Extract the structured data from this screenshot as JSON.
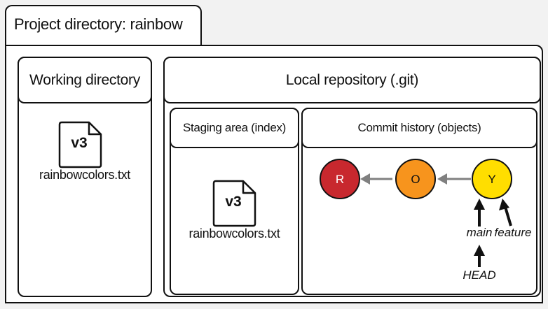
{
  "project": {
    "label": "Project directory: rainbow"
  },
  "working_directory": {
    "title": "Working directory",
    "file": {
      "version": "v3",
      "name": "rainbowcolors.txt"
    }
  },
  "local_repository": {
    "title": "Local repository (.git)",
    "staging": {
      "title": "Staging area (index)",
      "file": {
        "version": "v3",
        "name": "rainbowcolors.txt"
      }
    },
    "commit_history": {
      "title": "Commit history (objects)",
      "commits": [
        {
          "label": "R",
          "color": "#c8282e"
        },
        {
          "label": "O",
          "color": "#f7941d"
        },
        {
          "label": "Y",
          "color": "#ffde00"
        }
      ],
      "refs": {
        "main": "main",
        "feature": "feature",
        "head": "HEAD"
      }
    }
  },
  "colors": {
    "arrow_gray": "#808080",
    "outline": "#111111"
  }
}
